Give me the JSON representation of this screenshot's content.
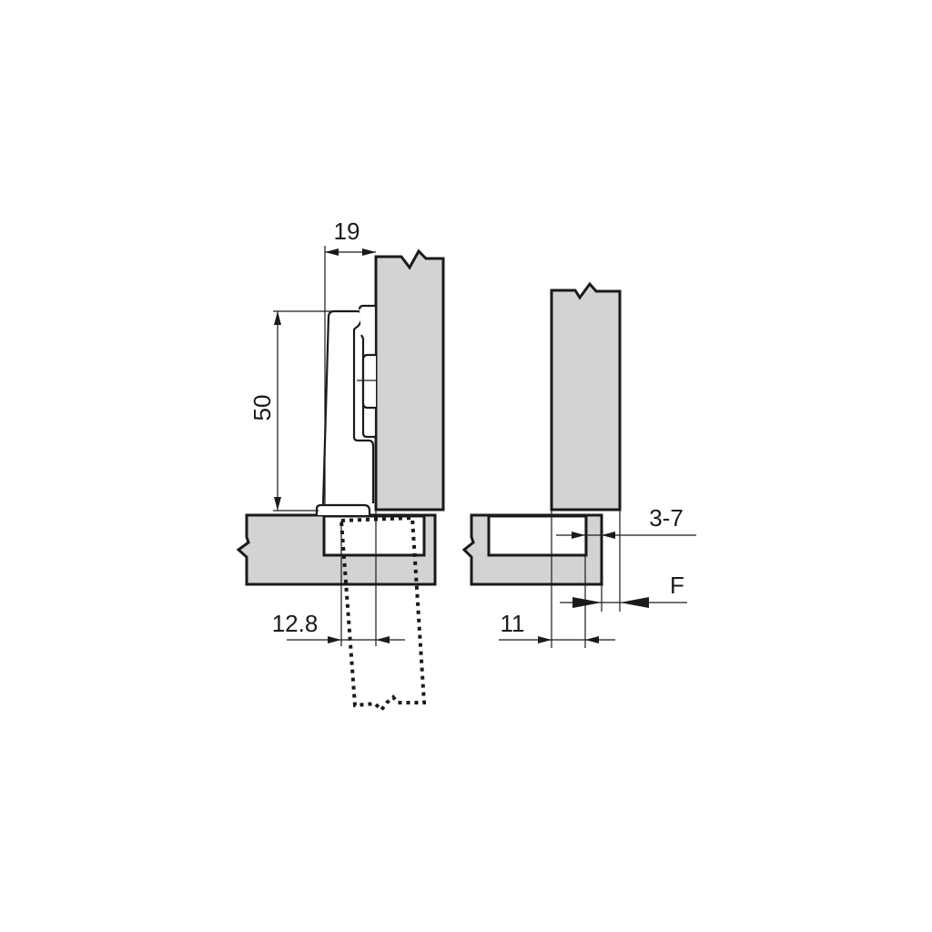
{
  "diagram": {
    "type": "technical-drawing",
    "subject": "concealed cabinet hinge mounting dimensions",
    "colors": {
      "panel_fill": "#d2d3d5",
      "line": "#1a1a1a",
      "background": "#ffffff"
    },
    "left_view": {
      "dimensions": {
        "hinge_arm_depth": "19",
        "cup_height": "50",
        "door_offset": "12.8"
      }
    },
    "right_view": {
      "dimensions": {
        "drilling_distance": "3-7",
        "overlay": "F",
        "cup_depth_offset": "11"
      }
    }
  }
}
